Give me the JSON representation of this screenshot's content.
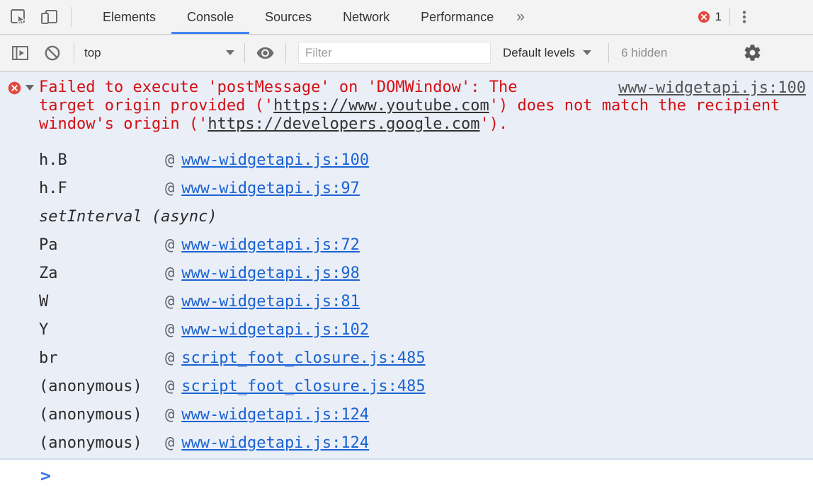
{
  "tab_bar": {
    "tabs": [
      {
        "label": "Elements",
        "active": false
      },
      {
        "label": "Console",
        "active": true
      },
      {
        "label": "Sources",
        "active": false
      },
      {
        "label": "Network",
        "active": false
      },
      {
        "label": "Performance",
        "active": false
      }
    ],
    "more_tabs_glyph": "»",
    "error_badge_count": "1"
  },
  "console_toolbar": {
    "context_selected": "top",
    "filter_placeholder": "Filter",
    "levels_selected": "Default levels",
    "hidden_messages_label": "6 hidden"
  },
  "console": {
    "error": {
      "source_link": "www-widgetapi.js:100",
      "message_lines": [
        {
          "segments": [
            {
              "t": "Failed to execute 'postMessage' on 'DOMWindow': The",
              "link": false
            }
          ]
        },
        {
          "segments": [
            {
              "t": "target origin provided ('",
              "link": false
            },
            {
              "t": "https://www.youtube.com",
              "link": true
            },
            {
              "t": "') does not match the recipient",
              "link": false
            }
          ]
        },
        {
          "segments": [
            {
              "t": "window's origin ('",
              "link": false
            },
            {
              "t": "https://developers.google.com",
              "link": true
            },
            {
              "t": "').",
              "link": false
            }
          ]
        }
      ],
      "stack_frames": [
        {
          "fn": "h.B",
          "at": "www-widgetapi.js:100",
          "async": false
        },
        {
          "fn": "h.F",
          "at": "www-widgetapi.js:97",
          "async": false
        },
        {
          "fn": "setInterval (async)",
          "at": null,
          "async": true
        },
        {
          "fn": "Pa",
          "at": "www-widgetapi.js:72",
          "async": false
        },
        {
          "fn": "Za",
          "at": "www-widgetapi.js:98",
          "async": false
        },
        {
          "fn": "W",
          "at": "www-widgetapi.js:81",
          "async": false
        },
        {
          "fn": "Y",
          "at": "www-widgetapi.js:102",
          "async": false
        },
        {
          "fn": "br",
          "at": "script_foot_closure.js:485",
          "async": false
        },
        {
          "fn": "(anonymous)",
          "at": "script_foot_closure.js:485",
          "async": false
        },
        {
          "fn": "(anonymous)",
          "at": "www-widgetapi.js:124",
          "async": false
        },
        {
          "fn": "(anonymous)",
          "at": "www-widgetapi.js:124",
          "async": false
        }
      ]
    },
    "prompt_glyph": ">"
  },
  "colors": {
    "error_text": "#d30f12",
    "error_background": "#eaeef7",
    "stack_link_blue": "#1a63d2",
    "badge_red": "#e5493e",
    "active_tab_blue": "#4285f4",
    "source_link_gray": "#545454",
    "toolbar_background": "#f3f3f3"
  }
}
